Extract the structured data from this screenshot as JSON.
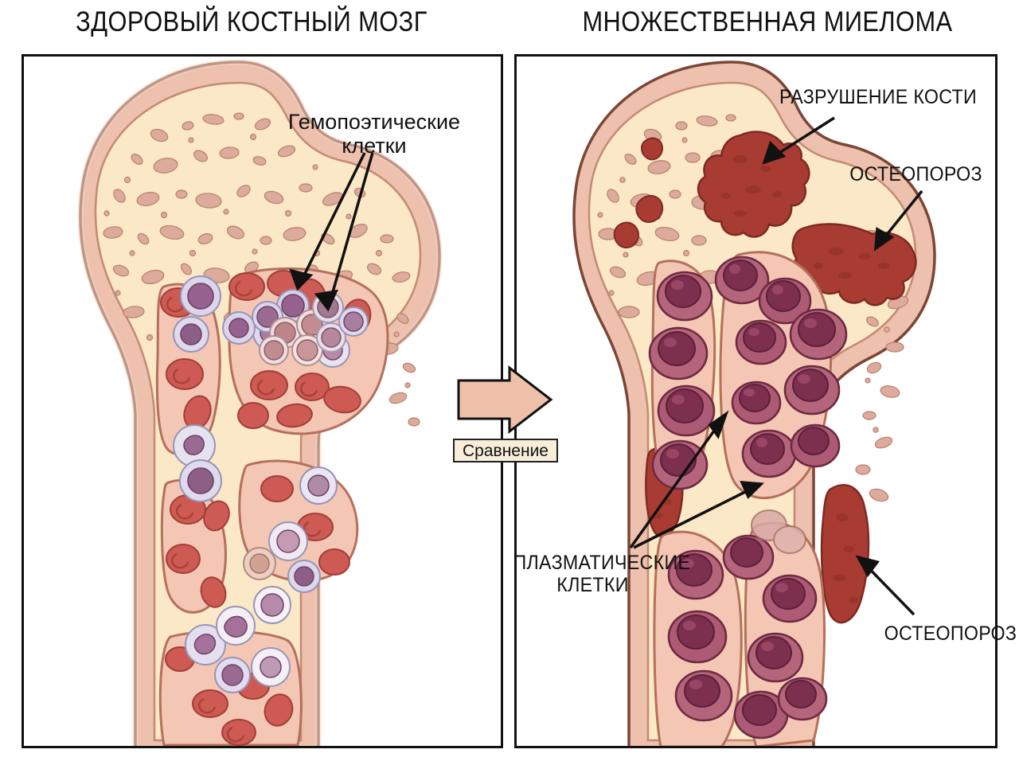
{
  "figure": {
    "kind": "medical-illustration",
    "subject": "Comparison of healthy bone marrow and multiple myeloma in the femur"
  },
  "titles": {
    "left": "ЗДОРОВЫЙ КОСТНЫЙ МОЗГ",
    "right": "МНОЖЕСТВЕННАЯ МИЕЛОМА"
  },
  "labels": {
    "hematopoietic": "Гемопоэтические\nклетки",
    "bone_destruction": "РАЗРУШЕНИЕ КОСТИ",
    "osteoporosis_top": "ОСТЕОПОРОЗ",
    "plasma_cells": "ПЛАЗМАТИЧЕСКИЕ\nКЛЕТКИ",
    "osteoporosis_bottom": "ОСТЕОПОРОЗ"
  },
  "connector": {
    "box_label": "Сравнение",
    "arrow_direction": "right"
  },
  "colors": {
    "cortical_bone": "#eec0ae",
    "cortical_bone_dark": "#e0a894",
    "cortical_outline": "#7a4636",
    "trabecular_fill": "#fbe8c6",
    "trabecular_speck": "#ddab9c",
    "marrow_cavity": "#f3c7b4",
    "rbc": "#cd5b53",
    "rbc_dark": "#b8453e",
    "wbc_rim": "#d8d3e6",
    "wbc_nucleus": "#8d5e86",
    "plasma_cell": "#a9566e",
    "plasma_cell_nucleus": "#7d2f4e",
    "lesion": "#a83c32",
    "lesion_light": "#b9544a",
    "arrow_fill": "#eebfa9",
    "box_fill": "#f7edda",
    "outline": "#111111",
    "background": "#ffffff"
  }
}
